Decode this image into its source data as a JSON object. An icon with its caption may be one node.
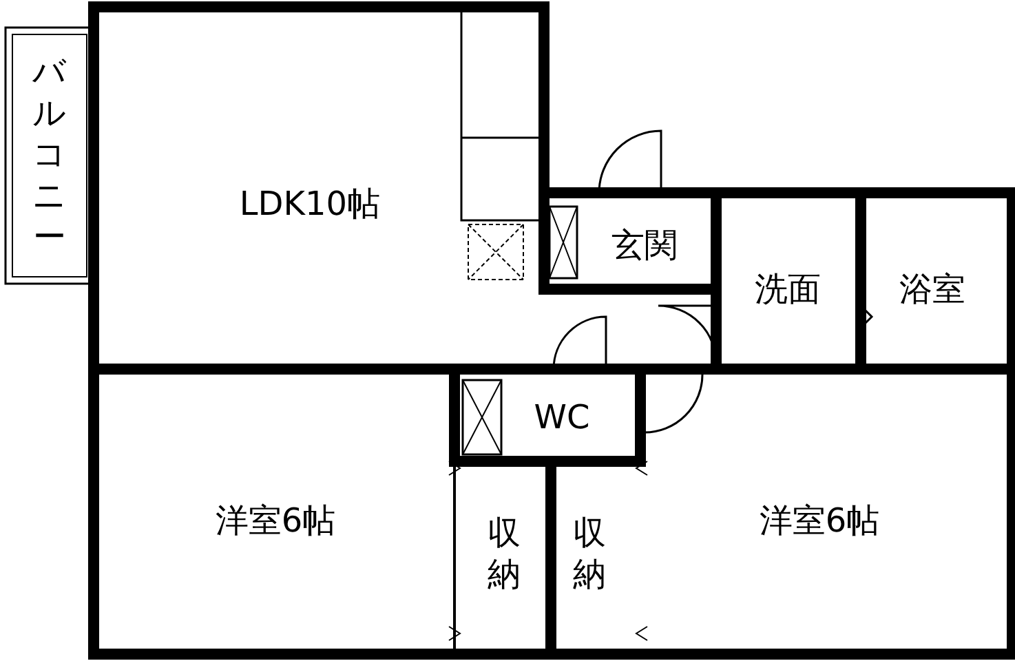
{
  "diagram": {
    "nodes": [
      {
        "text": [
          "バルコニー"
        ]
      },
      {
        "text": [
          "LDK10帖"
        ]
      },
      {
        "text": [
          "玄関"
        ]
      },
      {
        "text": [
          "洗面"
        ]
      },
      {
        "text": [
          "浴室"
        ]
      },
      {
        "text": [
          "WC"
        ]
      },
      {
        "text": [
          "洋室6帖"
        ]
      },
      {
        "text": [
          "収納"
        ]
      },
      {
        "text": [
          "収納"
        ]
      },
      {
        "text": [
          "洋室6帖"
        ]
      }
    ]
  }
}
